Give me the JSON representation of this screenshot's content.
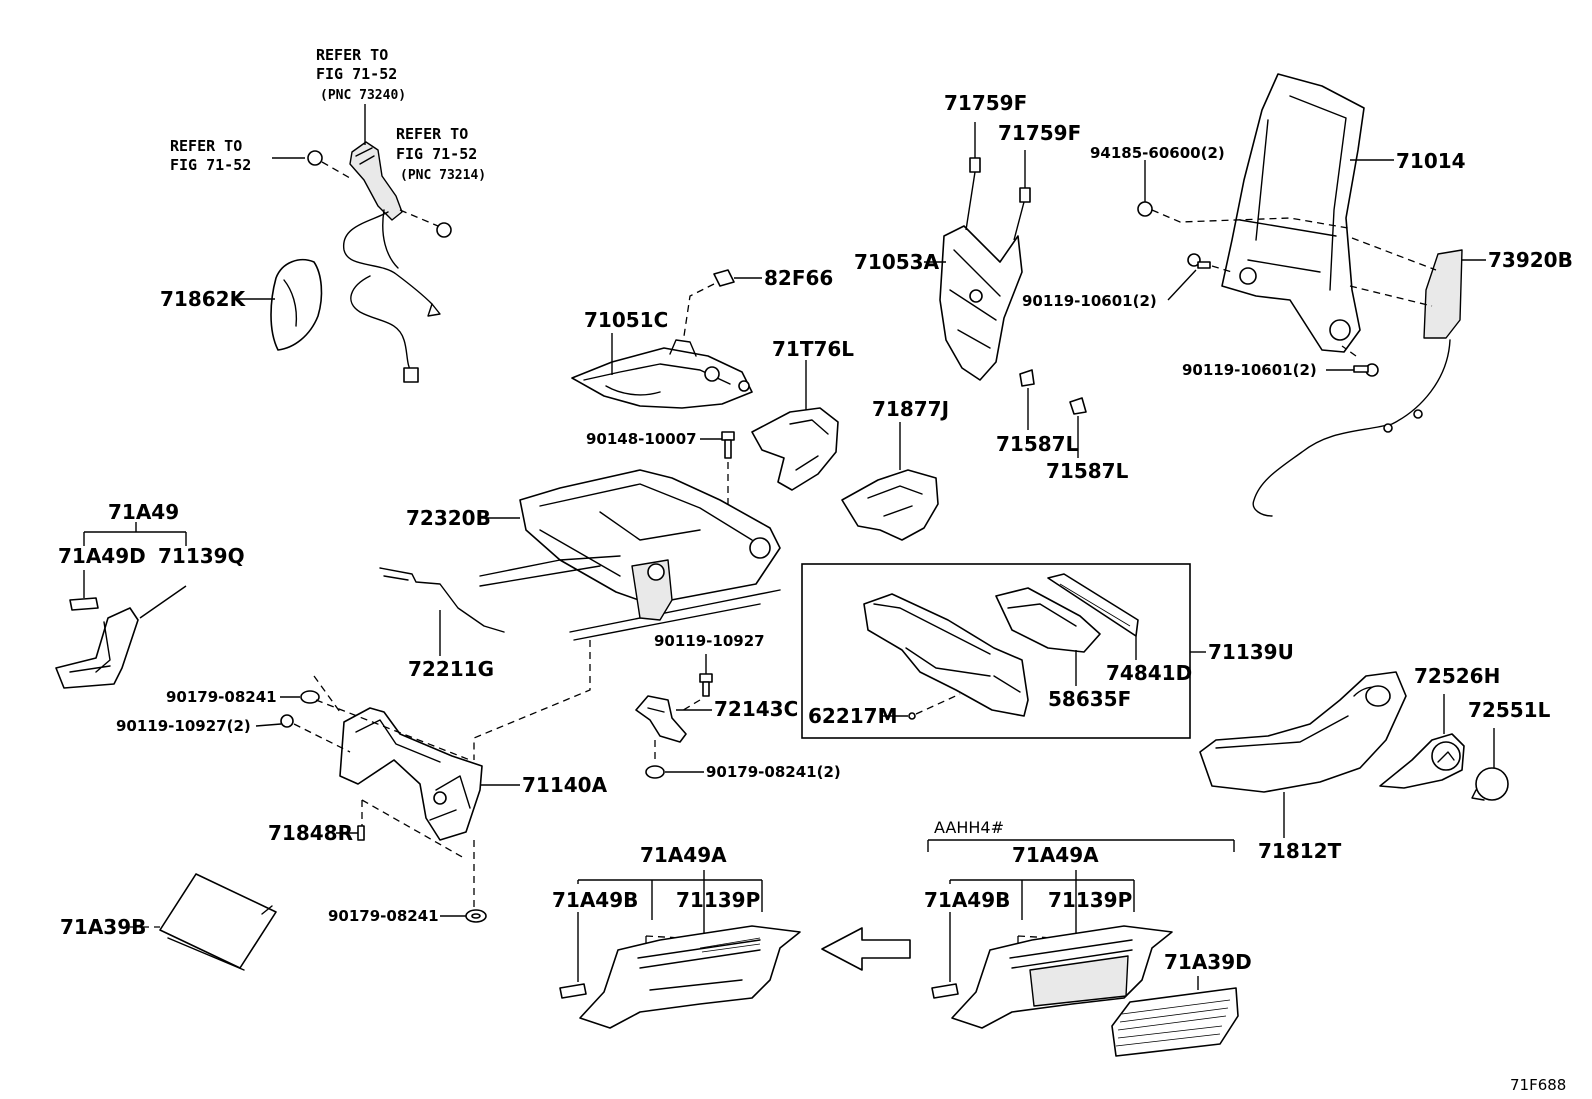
{
  "diagram_code": "71F688",
  "variant_label": "AAHH4#",
  "refer_notes": {
    "fig_a_line1": "REFER TO",
    "fig_a_line2": "FIG 71-52",
    "fig_a_line3": "(PNC 73240)",
    "fig_b_line1": "REFER TO",
    "fig_b_line2": "FIG 71-52",
    "fig_c_line1": "REFER TO",
    "fig_c_line2": "FIG 71-52",
    "fig_c_line3": "(PNC 73214)"
  },
  "parts": {
    "p71862K": "71862K",
    "p71051C": "71051C",
    "p82F66": "82F66",
    "p71T76L": "71T76L",
    "p90148_10007": "90148-10007",
    "p71877J": "71877J",
    "p72320B": "72320B",
    "p71A49": "71A49",
    "p71A49D": "71A49D",
    "p71139Q": "71139Q",
    "p72211G": "72211G",
    "p90119_10927": "90119-10927",
    "p72143C": "72143C",
    "p90179_08241_a": "90179-08241",
    "p90119_10927_2": "90119-10927(2)",
    "p71140A": "71140A",
    "p90179_08241_2": "90179-08241(2)",
    "p71848R": "71848R",
    "p71A39B": "71A39B",
    "p90179_08241_b": "90179-08241",
    "p71759F_a": "71759F",
    "p71759F_b": "71759F",
    "p71053A": "71053A",
    "p71587L_a": "71587L",
    "p71587L_b": "71587L",
    "p94185_60600_2": "94185-60600(2)",
    "p71014": "71014",
    "p73920B": "73920B",
    "p90119_10601_2a": "90119-10601(2)",
    "p90119_10601_2b": "90119-10601(2)",
    "p71139U": "71139U",
    "p74841D": "74841D",
    "p58635F": "58635F",
    "p62217M": "62217M",
    "p72526H": "72526H",
    "p72551L": "72551L",
    "p71812T": "71812T",
    "p71A49A_left": "71A49A",
    "p71A49B_left": "71A49B",
    "p71139P_left": "71139P",
    "p71A49A_right": "71A49A",
    "p71A49B_right": "71A49B",
    "p71139P_right": "71139P",
    "p71A39D": "71A39D"
  }
}
